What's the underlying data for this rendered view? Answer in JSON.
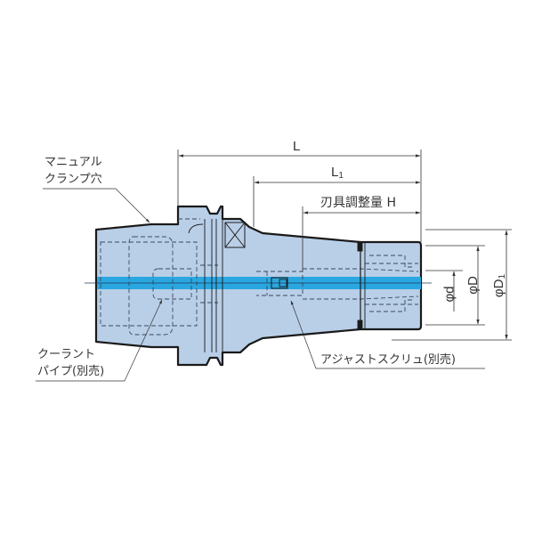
{
  "diagram": {
    "type": "technical-drawing",
    "subject": "Hydraulic/milling chuck tool holder cross-section",
    "colors": {
      "body_fill": "#b9cfe8",
      "outline": "#1a1a1a",
      "coolant_channel": "#2aa7e0",
      "hidden_line": "#3a4a5a",
      "dimension_line": "#333333"
    }
  },
  "labels": {
    "manual_clamp_hole_line1": "マニュアル",
    "manual_clamp_hole_line2": "クランプ穴",
    "coolant_pipe_line1": "クーラント",
    "coolant_pipe_line2": "パイプ(別売)",
    "adjust_screw": "アジャストスクリュ(別売)"
  },
  "dimensions": {
    "L": "L",
    "L1_main": "L",
    "L1_sub": "1",
    "H": "刃具調整量 H",
    "d": "φd",
    "D": "φD",
    "D1_main": "φD",
    "D1_sub": "1"
  }
}
